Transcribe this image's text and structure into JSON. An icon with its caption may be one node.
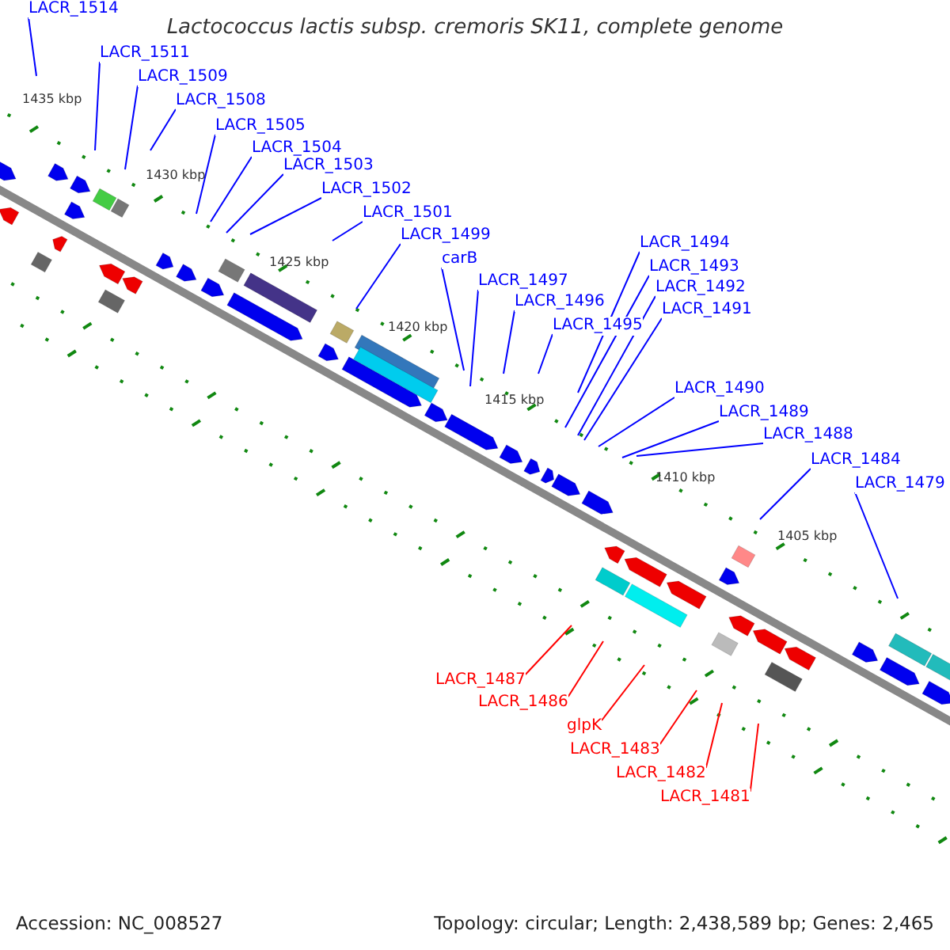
{
  "diagram": {
    "title": "Lactococcus lactis subsp. cremoris SK11, complete genome",
    "nodes": [
      {
        "text": [
          "LACR_1514"
        ]
      },
      {
        "text": [
          "LACR_1511"
        ]
      },
      {
        "text": [
          "LACR_1509"
        ]
      },
      {
        "text": [
          "LACR_1508"
        ]
      },
      {
        "text": [
          "LACR_1505"
        ]
      },
      {
        "text": [
          "LACR_1504"
        ]
      },
      {
        "text": [
          "LACR_1503"
        ]
      },
      {
        "text": [
          "LACR_1502"
        ]
      },
      {
        "text": [
          "LACR_1501"
        ]
      },
      {
        "text": [
          "LACR_1499"
        ]
      },
      {
        "text": [
          "carB"
        ]
      },
      {
        "text": [
          "LACR_1497"
        ]
      },
      {
        "text": [
          "LACR_1496"
        ]
      },
      {
        "text": [
          "LACR_1495"
        ]
      },
      {
        "text": [
          "LACR_1494"
        ]
      },
      {
        "text": [
          "LACR_1493"
        ]
      },
      {
        "text": [
          "LACR_1492"
        ]
      },
      {
        "text": [
          "LACR_1491"
        ]
      },
      {
        "text": [
          "LACR_1490"
        ]
      },
      {
        "text": [
          "LACR_1489"
        ]
      },
      {
        "text": [
          "LACR_1488"
        ]
      },
      {
        "text": [
          "LACR_1484"
        ]
      },
      {
        "text": [
          "LACR_1479"
        ]
      },
      {
        "text": [
          "LACR_1487"
        ]
      },
      {
        "text": [
          "LACR_1486"
        ]
      },
      {
        "text": [
          "glpK"
        ]
      },
      {
        "text": [
          "LACR_1483"
        ]
      },
      {
        "text": [
          "LACR_1482"
        ]
      },
      {
        "text": [
          "LACR_1481"
        ]
      }
    ],
    "edges": [
      {
        "from": 0,
        "to": null,
        "arrow": "none"
      },
      {
        "from": 1,
        "to": null,
        "arrow": "none"
      },
      {
        "from": 2,
        "to": null,
        "arrow": "none"
      },
      {
        "from": 3,
        "to": null,
        "arrow": "none"
      },
      {
        "from": 4,
        "to": null,
        "arrow": "none"
      },
      {
        "from": 5,
        "to": null,
        "arrow": "none"
      },
      {
        "from": 6,
        "to": null,
        "arrow": "none"
      },
      {
        "from": 7,
        "to": null,
        "arrow": "none"
      },
      {
        "from": 8,
        "to": null,
        "arrow": "none"
      },
      {
        "from": 9,
        "to": null,
        "arrow": "none"
      },
      {
        "from": 10,
        "to": null,
        "arrow": "none"
      },
      {
        "from": 11,
        "to": null,
        "arrow": "none"
      },
      {
        "from": 12,
        "to": null,
        "arrow": "none"
      },
      {
        "from": 13,
        "to": null,
        "arrow": "none"
      },
      {
        "from": 14,
        "to": null,
        "arrow": "none"
      },
      {
        "from": 15,
        "to": null,
        "arrow": "none"
      },
      {
        "from": 16,
        "to": null,
        "arrow": "none"
      },
      {
        "from": 17,
        "to": null,
        "arrow": "none"
      },
      {
        "from": 18,
        "to": null,
        "arrow": "none"
      },
      {
        "from": 19,
        "to": null,
        "arrow": "none"
      },
      {
        "from": 20,
        "to": null,
        "arrow": "none"
      },
      {
        "from": 21,
        "to": null,
        "arrow": "none"
      },
      {
        "from": 22,
        "to": null,
        "arrow": "none"
      },
      {
        "from": 23,
        "to": null,
        "arrow": "none",
        "color": "#ff0000"
      },
      {
        "from": 24,
        "to": null,
        "arrow": "none",
        "color": "#ff0000"
      },
      {
        "from": 25,
        "to": null,
        "arrow": "none",
        "color": "#ff0000"
      },
      {
        "from": 26,
        "to": null,
        "arrow": "none",
        "color": "#ff0000"
      },
      {
        "from": 27,
        "to": null,
        "arrow": "none",
        "color": "#ff0000"
      },
      {
        "from": 28,
        "to": null,
        "arrow": "none",
        "color": "#ff0000"
      }
    ],
    "labels": [
      "1435 kbp",
      "1430 kbp",
      "1425 kbp",
      "1420 kbp",
      "1415 kbp",
      "1410 kbp",
      "1405 kbp",
      "Accession: NC_008527",
      "Topology: circular; Length: 2,438,589 bp; Genes: 2,465"
    ]
  }
}
